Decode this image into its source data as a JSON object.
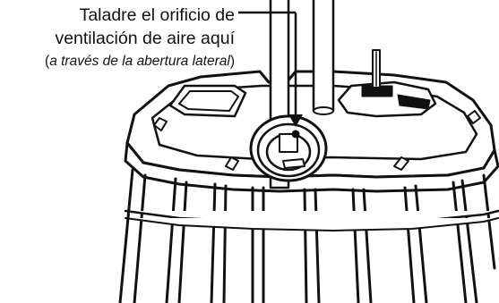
{
  "callout": {
    "line1": "Taladre el orificio de",
    "line2": "ventilación de aire aquí",
    "line3_open": "(",
    "line3_italic": "a través de la abertura lateral",
    "line3_close": ")"
  },
  "colors": {
    "ink": "#111111",
    "fill": "#ffffff"
  },
  "icons": [
    "vent-opening-icon",
    "pump-cage-illustration"
  ]
}
